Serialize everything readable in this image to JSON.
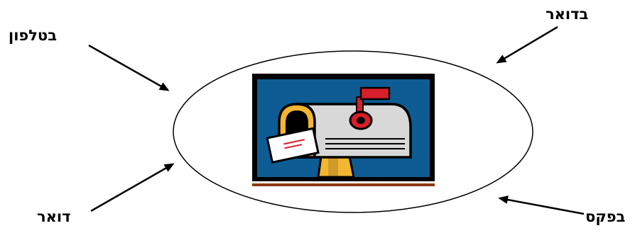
{
  "labels": {
    "top_right": "בדואר",
    "top_left": "בטלפון",
    "bottom_left": "דואר",
    "bottom_right": "בפקס"
  },
  "center_image": {
    "icon": "mailbox-icon",
    "colors": {
      "background": "#0D5D94",
      "frame": "#000000",
      "flag": "#D61F2A",
      "mailbox": "#D8D8D8",
      "post": "#F2B632",
      "underline": "#8B3A0E"
    }
  }
}
